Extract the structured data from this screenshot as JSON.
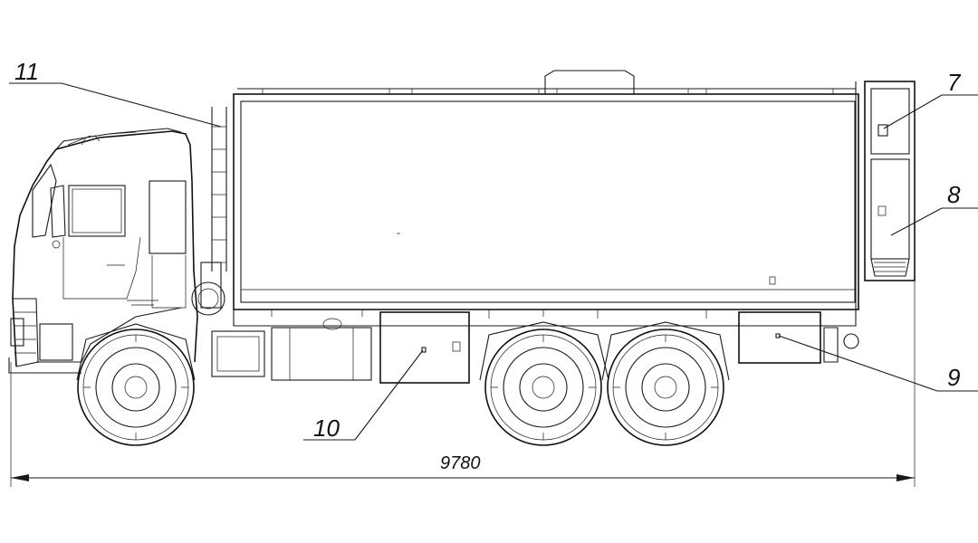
{
  "callouts": {
    "c11": "11",
    "c7": "7",
    "c8": "8",
    "c9": "9",
    "c10": "10"
  },
  "dimension": {
    "overall_length": "9780"
  },
  "colors": {
    "line": "#1a1a1a",
    "background": "#ffffff"
  }
}
